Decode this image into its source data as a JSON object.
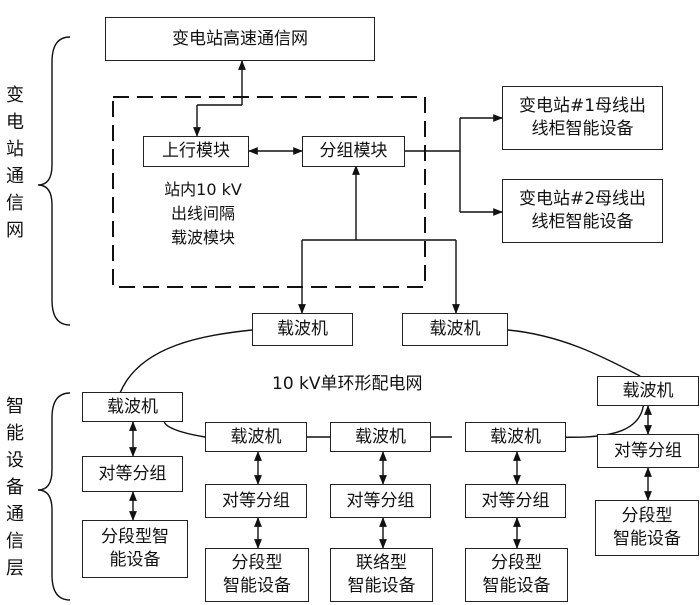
{
  "left_labels": {
    "station_comm_network": "变电站通信网",
    "smart_device_comm_layer": "智能设备通信层"
  },
  "substation": {
    "high_speed_network": "变电站高速通信网",
    "uplink_module": "上行模块",
    "group_module": "分组模块",
    "carrier_module_note": "站内10 kV\n出线间隔\n载波模块",
    "bus1_device": "变电站#1母线出\n线柜智能设备",
    "bus2_device": "变电站#2母线出\n线柜智能设备"
  },
  "ring": {
    "label": "10 kV单环形配电网",
    "carrier_left": "载波机",
    "carrier_right": "载波机"
  },
  "nodes": [
    {
      "carrier": "载波机",
      "peer_group": "对等分组",
      "device": "分段型智\n能设备"
    },
    {
      "carrier": "载波机",
      "peer_group": "对等分组",
      "device": "分段型\n智能设备"
    },
    {
      "carrier": "载波机",
      "peer_group": "对等分组",
      "device": "联络型\n智能设备"
    },
    {
      "carrier": "载波机",
      "peer_group": "对等分组",
      "device": "分段型\n智能设备"
    },
    {
      "carrier": "载波机",
      "peer_group": "对等分组",
      "device": "分段型\n智能设备"
    }
  ]
}
